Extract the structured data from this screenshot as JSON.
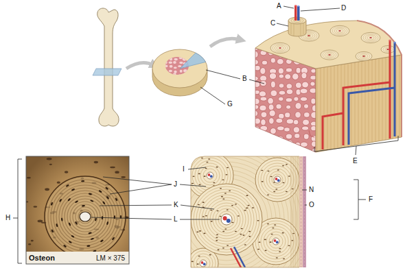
{
  "diagram": {
    "labels": [
      "A",
      "D",
      "C",
      "B",
      "G",
      "E",
      "H",
      "I",
      "J",
      "K",
      "L",
      "N",
      "O",
      "F",
      "Osteon",
      "LM × 375"
    ]
  }
}
